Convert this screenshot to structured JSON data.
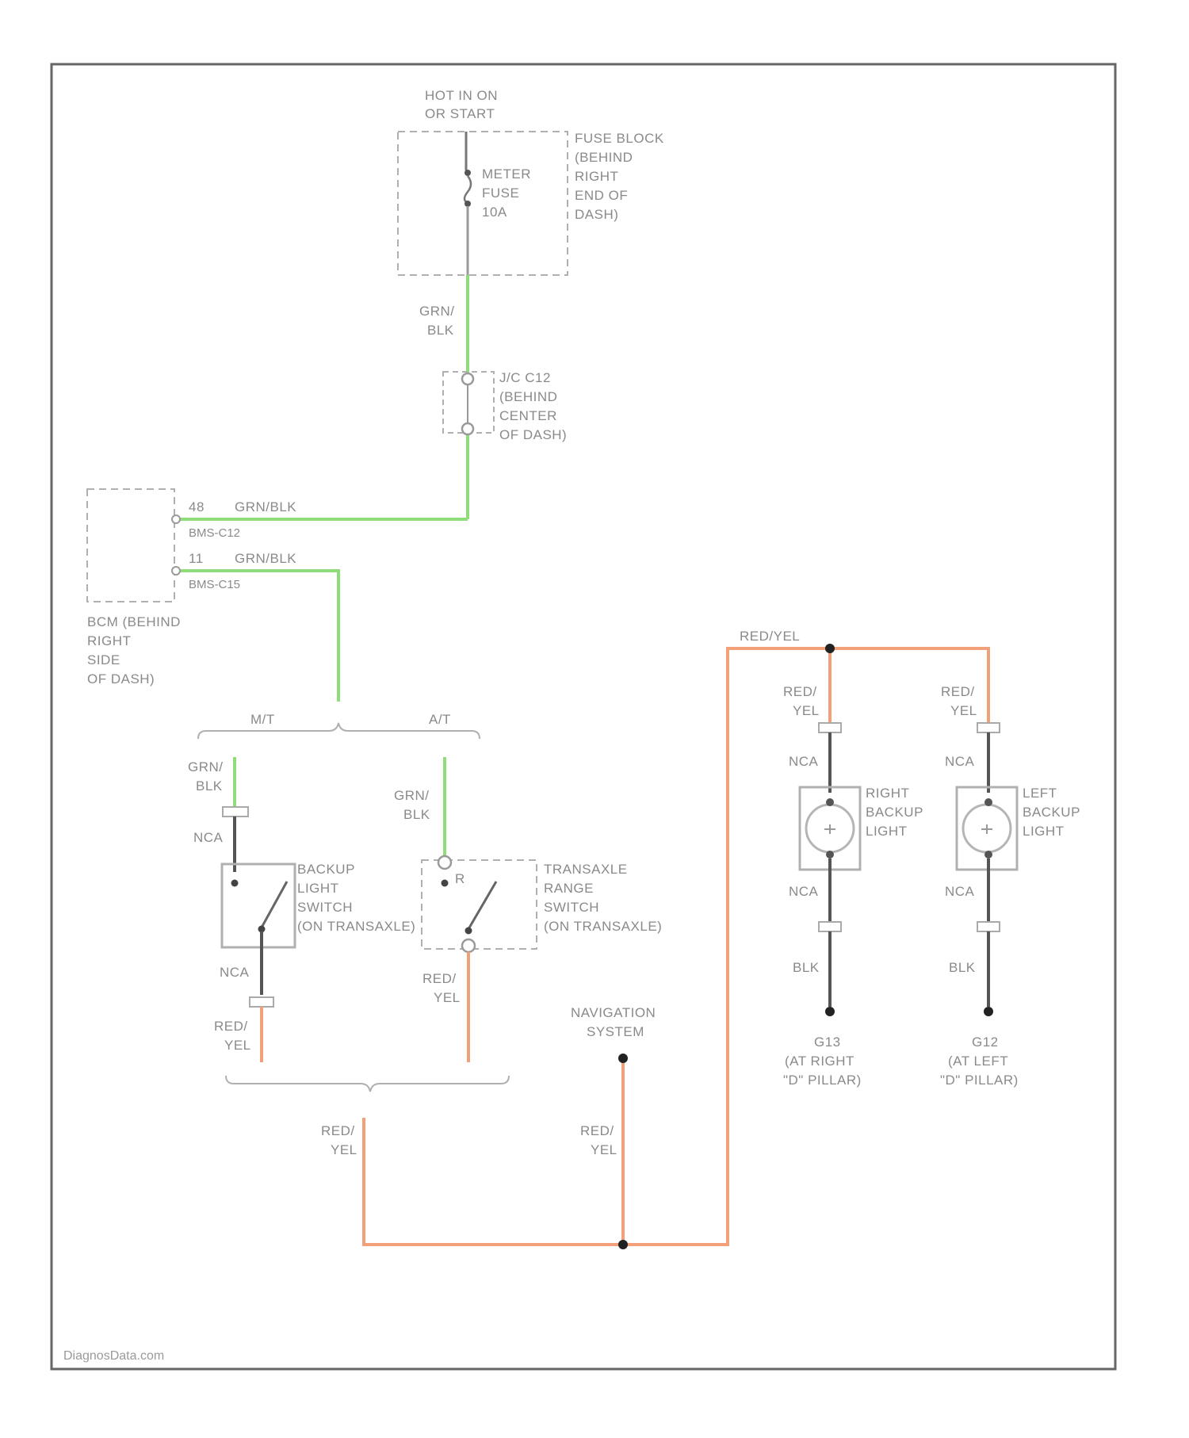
{
  "colors": {
    "green_wire": "#8fdc7a",
    "orange_wire": "#f2a07a",
    "dark_wire": "#555555",
    "frame": "#666666",
    "dash_box": "#b0b0b0",
    "text": "#8a8a8a"
  },
  "watermark": "DiagnosData.com",
  "power": {
    "hot_line1": "HOT IN ON",
    "hot_line2": "OR START",
    "fuse_line1": "METER",
    "fuse_line2": "FUSE",
    "fuse_line3": "10A",
    "fuse_block_line1": "FUSE BLOCK",
    "fuse_block_line2": "(BEHIND",
    "fuse_block_line3": "RIGHT",
    "fuse_block_line4": "END OF",
    "fuse_block_line5": "DASH)"
  },
  "jc": {
    "wire_line1": "GRN/",
    "wire_line2": "BLK",
    "label_line1": "J/C C12",
    "label_line2": "(BEHIND",
    "label_line3": "CENTER",
    "label_line4": "OF DASH)"
  },
  "bcm": {
    "pin1": "48",
    "pin1_wire": "GRN/BLK",
    "pin1_conn": "BMS-C12",
    "pin2": "11",
    "pin2_wire": "GRN/BLK",
    "pin2_conn": "BMS-C15",
    "label_line1": "BCM (BEHIND",
    "label_line2": "RIGHT",
    "label_line3": "SIDE",
    "label_line4": "OF DASH)"
  },
  "transmission": {
    "mt_label": "M/T",
    "at_label": "A/T",
    "mt_wire_line1": "GRN/",
    "mt_wire_line2": "BLK",
    "mt_nca": "NCA",
    "mt_switch_line1": "BACKUP",
    "mt_switch_line2": "LIGHT",
    "mt_switch_line3": "SWITCH",
    "mt_switch_line4": "(ON TRANSAXLE)",
    "mt_out_nca": "NCA",
    "mt_out_wire_line1": "RED/",
    "mt_out_wire_line2": "YEL",
    "at_wire_line1": "GRN/",
    "at_wire_line2": "BLK",
    "at_pin": "R",
    "at_switch_line1": "TRANSAXLE",
    "at_switch_line2": "RANGE",
    "at_switch_line3": "SWITCH",
    "at_switch_line4": "(ON TRANSAXLE)",
    "at_out_wire_line1": "RED/",
    "at_out_wire_line2": "YEL"
  },
  "bottom": {
    "merge_wire_line1": "RED/",
    "merge_wire_line2": "YEL",
    "nav_line1": "NAVIGATION",
    "nav_line2": "SYSTEM",
    "nav_wire_line1": "RED/",
    "nav_wire_line2": "YEL"
  },
  "lamps": {
    "top_wire": "RED/YEL",
    "right_wire_line1": "RED/",
    "right_wire_line2": "YEL",
    "right_nca_top": "NCA",
    "right_label_line1": "RIGHT",
    "right_label_line2": "BACKUP",
    "right_label_line3": "LIGHT",
    "right_nca_bottom": "NCA",
    "right_gnd_wire": "BLK",
    "right_gnd_line1": "G13",
    "right_gnd_line2": "(AT RIGHT",
    "right_gnd_line3": "\"D\" PILLAR)",
    "left_wire_line1": "RED/",
    "left_wire_line2": "YEL",
    "left_nca_top": "NCA",
    "left_label_line1": "LEFT",
    "left_label_line2": "BACKUP",
    "left_label_line3": "LIGHT",
    "left_nca_bottom": "NCA",
    "left_gnd_wire": "BLK",
    "left_gnd_line1": "G12",
    "left_gnd_line2": "(AT LEFT",
    "left_gnd_line3": "\"D\" PILLAR)"
  }
}
